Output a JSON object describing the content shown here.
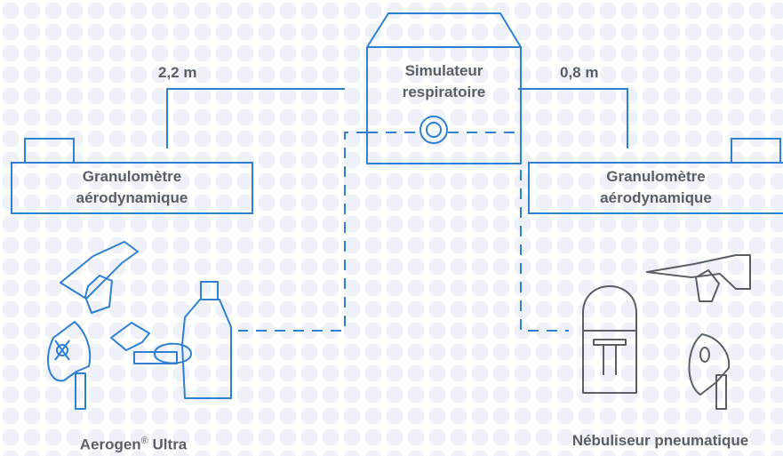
{
  "simulator": {
    "line1": "Simulateur",
    "line2": "respiratoire"
  },
  "left_analyzer": {
    "line1": "Granulomètre",
    "line2": "aérodynamique"
  },
  "right_analyzer": {
    "line1": "Granulomètre",
    "line2": "aérodynamique"
  },
  "left_distance": "2,2 m",
  "right_distance": "0,8 m",
  "left_device": {
    "name": "Aerogen",
    "mark": "®",
    "model": "Ultra"
  },
  "right_device": {
    "name": "Nébuliseur pneumatique"
  },
  "colors": {
    "device_blue": "#2f7fd3",
    "device_gray": "#5a5f66",
    "label_gray": "#5a5f66",
    "background_dots": "#eef2f8"
  }
}
